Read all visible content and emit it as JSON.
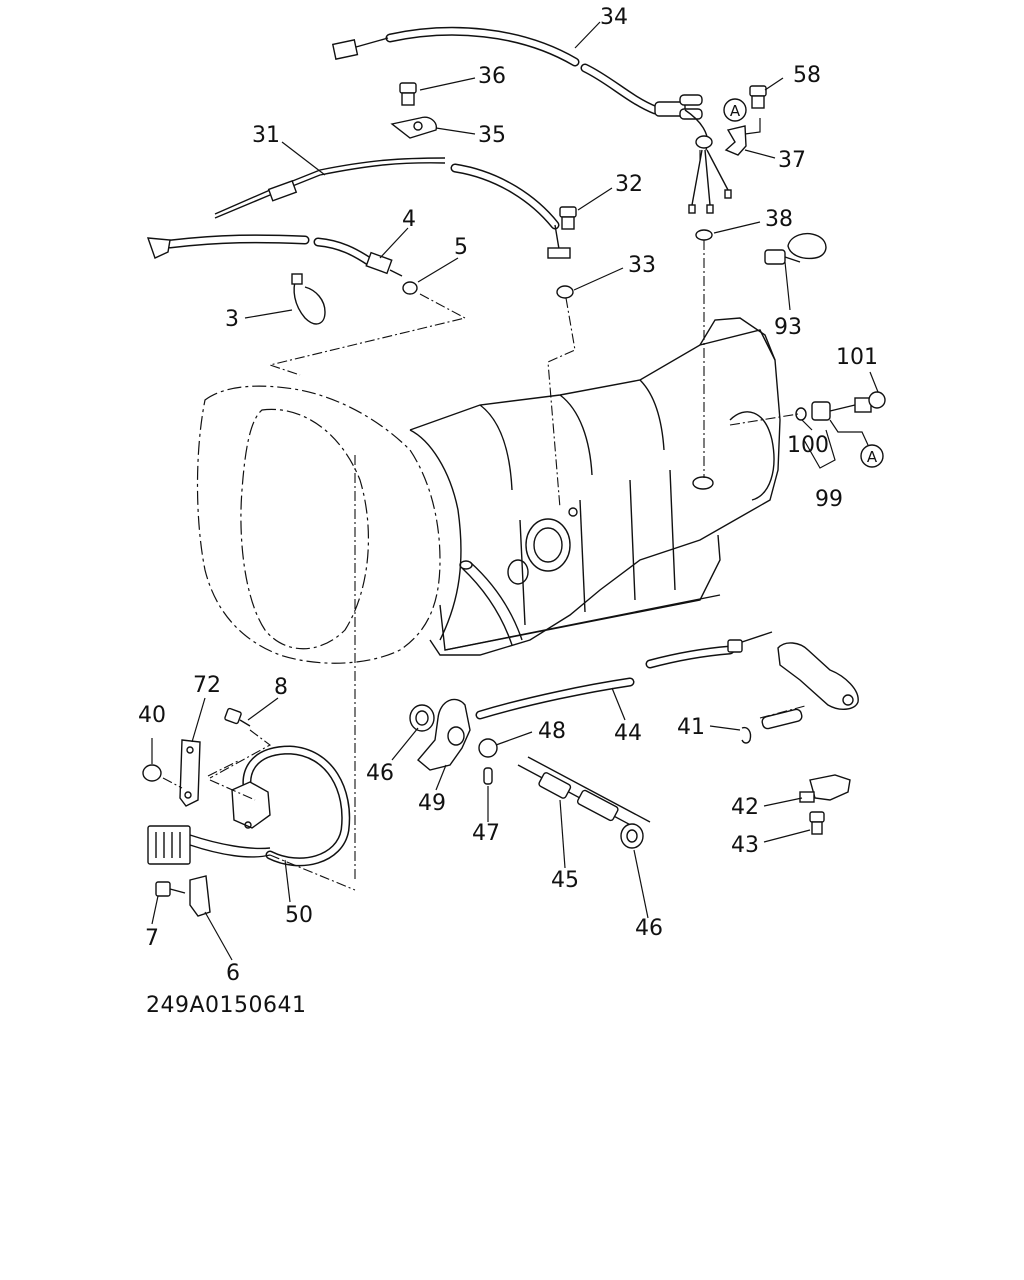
{
  "callouts": {
    "p34": "34",
    "p36": "36",
    "p58": "58",
    "p35": "35",
    "p31": "31",
    "p37": "37",
    "p32": "32",
    "p4": "4",
    "p5": "5",
    "p38": "38",
    "p33": "33",
    "p3": "3",
    "p93": "93",
    "p101": "101",
    "p100": "100",
    "p99": "99",
    "p72": "72",
    "p8": "8",
    "p40": "40",
    "p48": "48",
    "p46a": "46",
    "p44": "44",
    "p41": "41",
    "p49": "49",
    "p47": "47",
    "p42": "42",
    "p43": "43",
    "p45": "45",
    "p50": "50",
    "p7": "7",
    "p46b": "46",
    "p6": "6"
  },
  "markers": {
    "a_top": "A",
    "a_right": "A"
  },
  "drawing_code": "249A0150641"
}
